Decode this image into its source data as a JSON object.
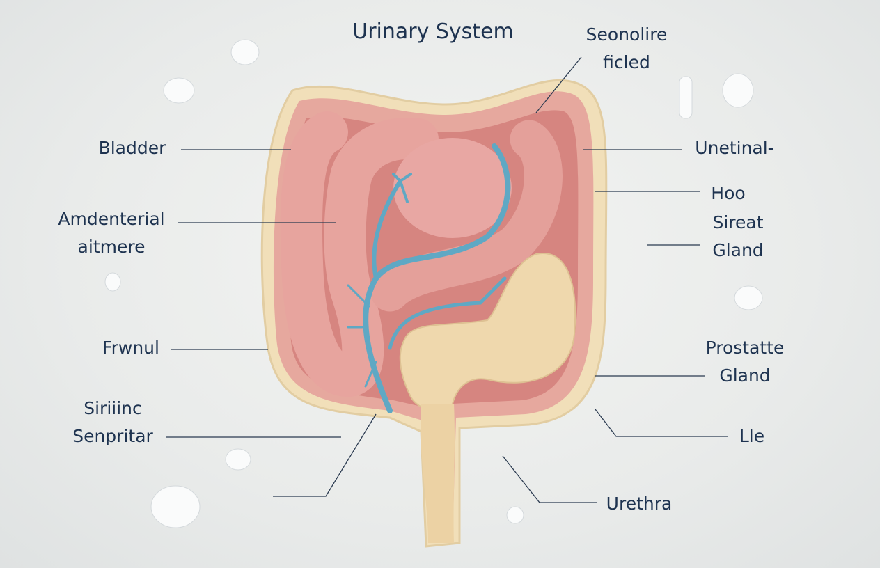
{
  "title": "Urinary System",
  "labels": {
    "top_right": [
      "Seonolire",
      "ficled"
    ],
    "bladder": "Bladder",
    "amdenterial": [
      "Amdenterial",
      "aitmere"
    ],
    "frwnul": "Frwnul",
    "siriiinc": [
      "Siriiinc",
      "Senpritar"
    ],
    "unetinal": "Unetinal-",
    "hoo": "Hoo",
    "sireat_gland": [
      "Sireat",
      "Gland"
    ],
    "prostate_gland": [
      "Prostatte",
      "Gland"
    ],
    "lle": "Lle",
    "urethra": "Urethra"
  },
  "colors": {
    "text": "#1e3350",
    "tissue": "#e4a59c",
    "interior": "#d98a84",
    "cream": "#f0dcb4",
    "vessel": "#5fa8c4"
  }
}
